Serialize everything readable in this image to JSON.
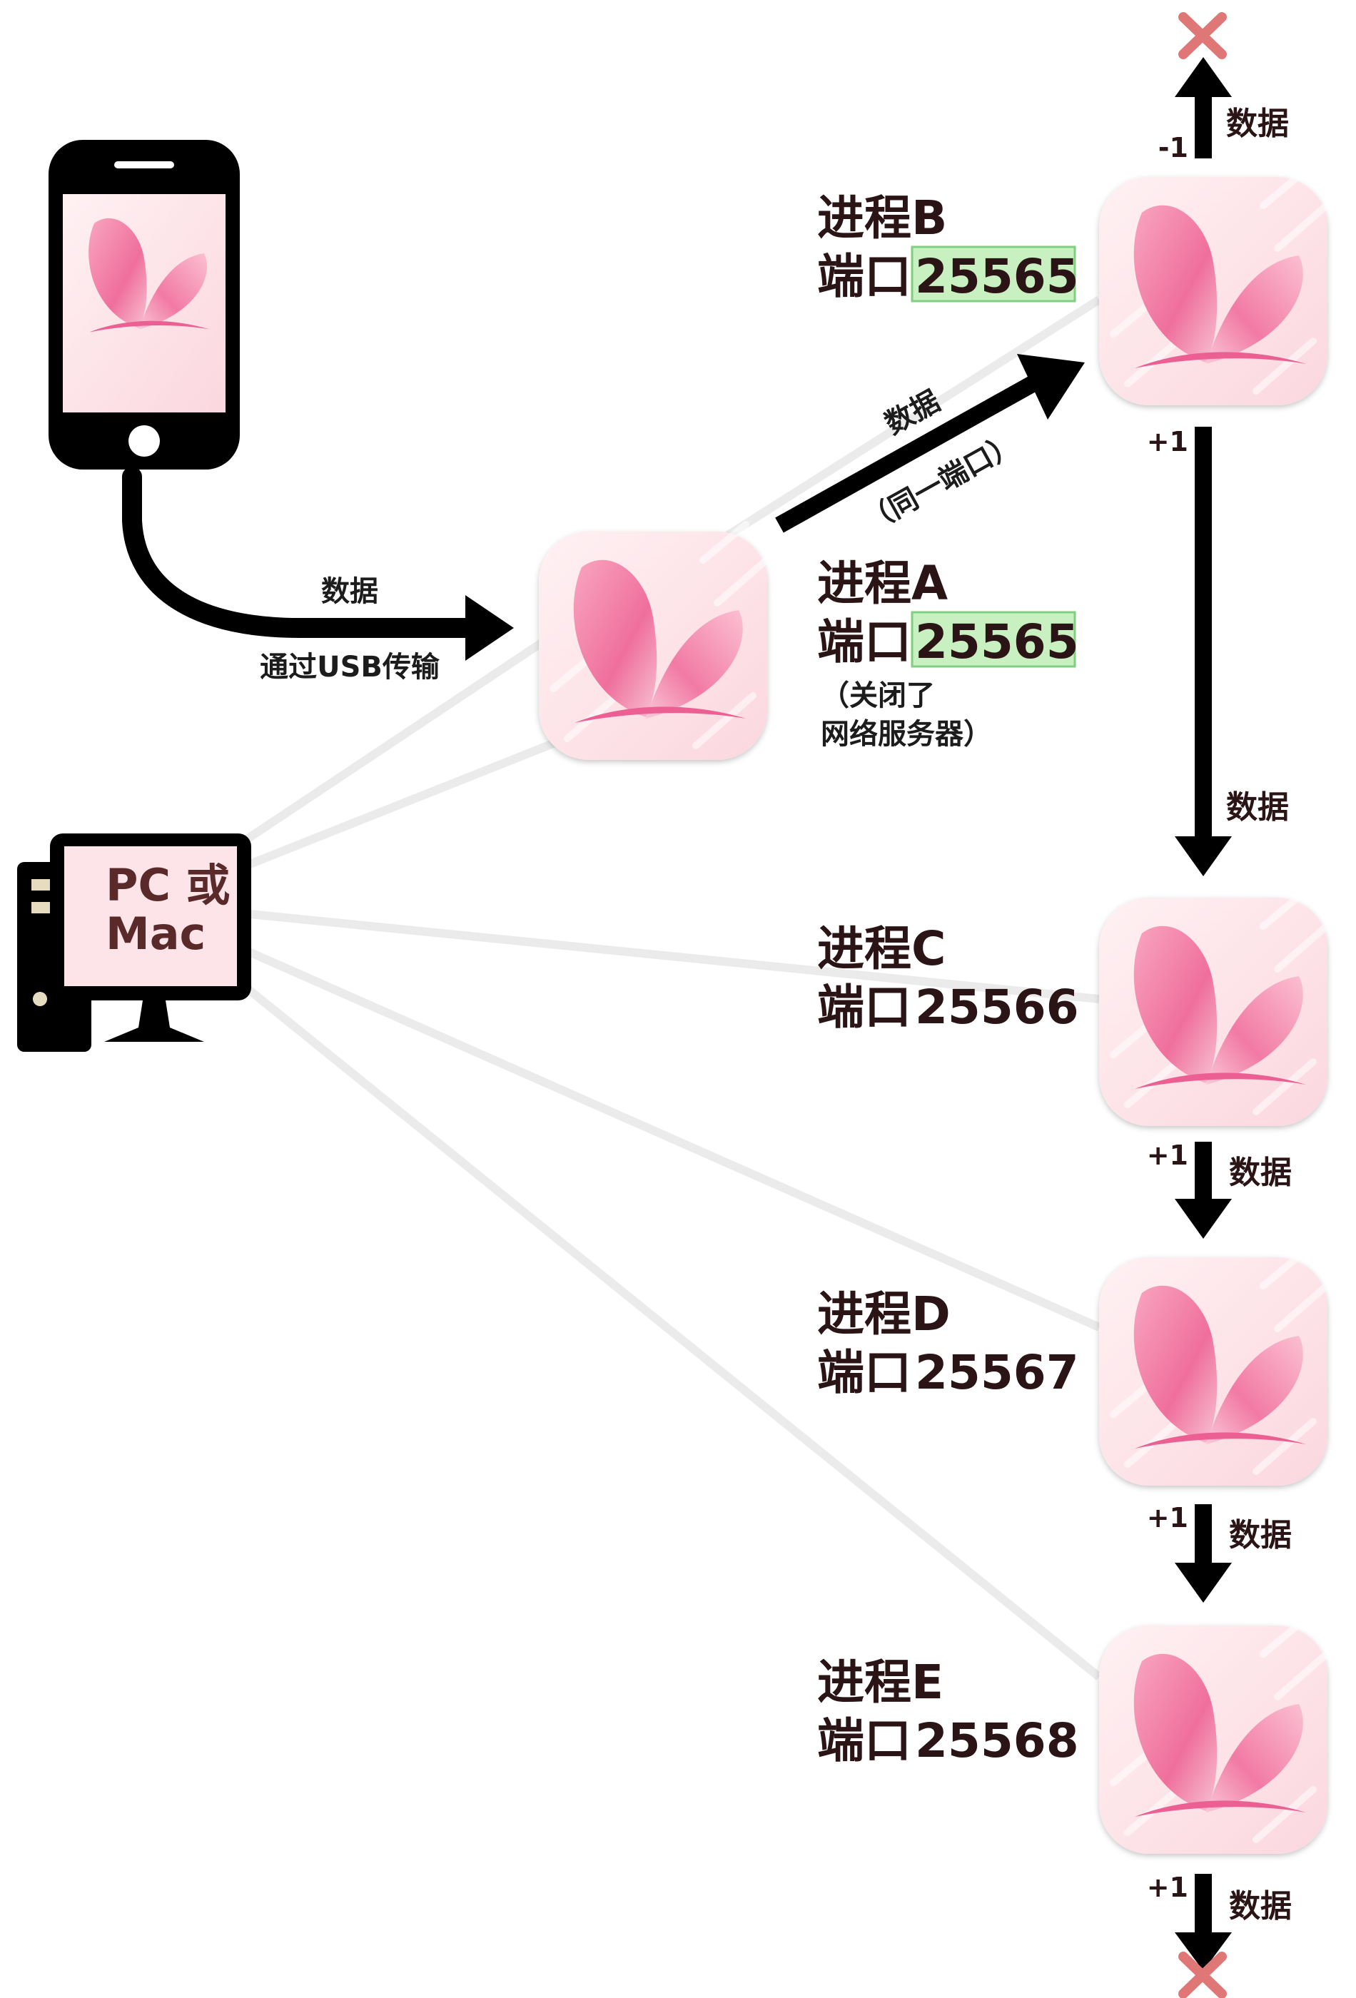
{
  "diagram": {
    "pc_label_line1": "PC 或",
    "pc_label_line2": "Mac",
    "usb_edge_top": "数据",
    "usb_edge_bottom": "通过USB传输",
    "same_port_top": "数据",
    "same_port_bottom": "（同一端口）",
    "processes": [
      {
        "name": "进程B",
        "port_prefix": "端口",
        "port": "25565",
        "highlight": true
      },
      {
        "name": "进程A",
        "port_prefix": "端口",
        "port": "25565",
        "highlight": true,
        "note_line1": "（关闭了",
        "note_line2": "网络服务器）"
      },
      {
        "name": "进程C",
        "port_prefix": "端口",
        "port": "25566",
        "highlight": false
      },
      {
        "name": "进程D",
        "port_prefix": "端口",
        "port": "25567",
        "highlight": false
      },
      {
        "name": "进程E",
        "port_prefix": "端口",
        "port": "25568",
        "highlight": false
      }
    ],
    "chain_arrows": [
      {
        "id": "top",
        "sign": "-1",
        "label": "数据"
      },
      {
        "id": "b-to-c",
        "sign": "+1",
        "label": "数据"
      },
      {
        "id": "c-to-d",
        "sign": "+1",
        "label": "数据"
      },
      {
        "id": "d-to-e",
        "sign": "+1",
        "label": "数据"
      },
      {
        "id": "bottom",
        "sign": "+1",
        "label": "数据"
      }
    ],
    "colors": {
      "arrow": "#000000",
      "cross": "#e07777",
      "port_highlight_fill": "#c8f0c0",
      "port_highlight_stroke": "#7fcf7f",
      "connector": "#ebebeb",
      "app_bg": "#fde4e8",
      "petal": "#f07aa2"
    }
  }
}
